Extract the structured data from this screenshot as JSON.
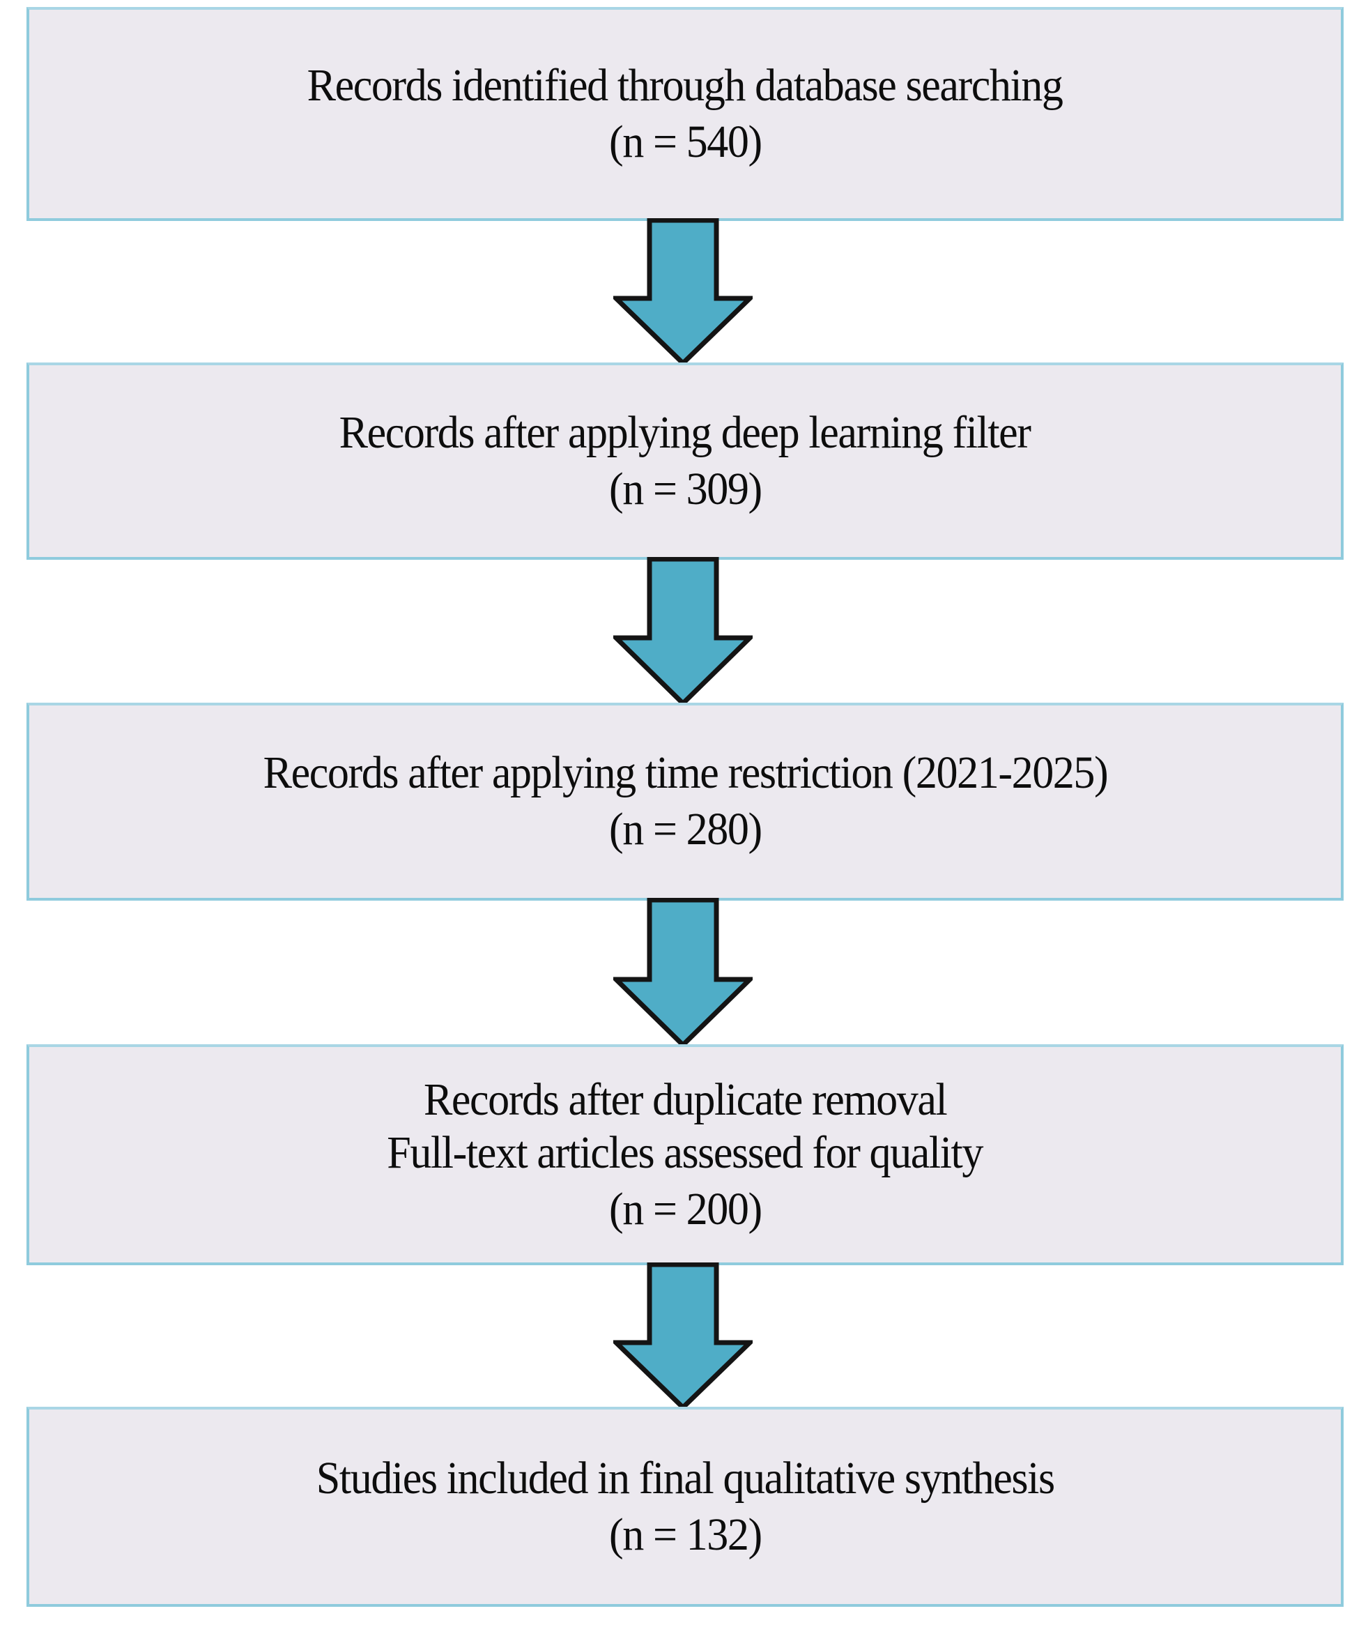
{
  "diagram": {
    "type": "prisma-flow-diagram",
    "title": "Records identified through database searching",
    "orientation": "vertical",
    "colors": {
      "box_fill": "#ece9ef",
      "box_border": "#8fcbdd",
      "arrow_fill": "#4fadc7",
      "arrow_outline": "#111111",
      "text": "#0d0d0d",
      "background": "#ffffff"
    },
    "boxes": [
      {
        "id": "records-identified",
        "lines": [
          "Records identified through database searching"
        ],
        "count_label": "(n = 540)",
        "n": 540
      },
      {
        "id": "records-after-deep-learning-filter",
        "lines": [
          "Records after applying deep learning filter"
        ],
        "count_label": "(n = 309)",
        "n": 309
      },
      {
        "id": "records-after-time-restriction",
        "lines": [
          "Records after applying time restriction (2021-2025)"
        ],
        "count_label": "(n = 280)",
        "n": 280
      },
      {
        "id": "records-after-duplicate-removal",
        "lines": [
          "Records after duplicate removal",
          "Full-text articles assessed for quality"
        ],
        "count_label": "(n = 200)",
        "n": 200
      },
      {
        "id": "studies-included",
        "lines": [
          "Studies included in final qualitative synthesis"
        ],
        "count_label": "(n = 132)",
        "n": 132
      }
    ],
    "arrows": [
      {
        "id": "arrow-1",
        "from": "records-identified",
        "to": "records-after-deep-learning-filter",
        "icon": "down-arrow-icon"
      },
      {
        "id": "arrow-2",
        "from": "records-after-deep-learning-filter",
        "to": "records-after-time-restriction",
        "icon": "down-arrow-icon"
      },
      {
        "id": "arrow-3",
        "from": "records-after-time-restriction",
        "to": "records-after-duplicate-removal",
        "icon": "down-arrow-icon"
      },
      {
        "id": "arrow-4",
        "from": "records-after-duplicate-removal",
        "to": "studies-included",
        "icon": "down-arrow-icon"
      }
    ]
  }
}
